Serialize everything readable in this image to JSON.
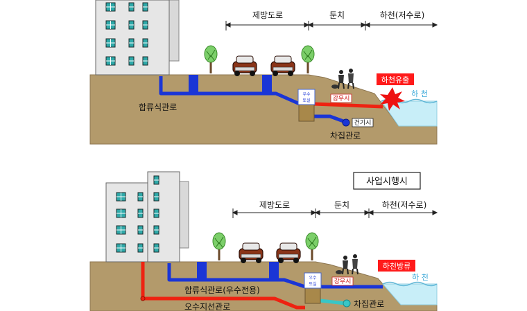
{
  "top": {
    "zones": {
      "road": "제방도로",
      "bank": "둔치",
      "river": "하천(저수로)"
    },
    "pipe_combined": "합류식관로",
    "rain_well": "우수토실",
    "rain_label": "강우시",
    "dry_label": "건기시",
    "interceptor": "차집관로",
    "overflow": "하천유출",
    "river_name": "하 천"
  },
  "bottom": {
    "title_box": "사업시행시",
    "zones": {
      "road": "제방도로",
      "bank": "둔치",
      "river": "하천(저수로)"
    },
    "pipe_combined": "합류식관로(우수전용)",
    "sewer_branch": "오수지선관로",
    "rain_well": "우수토실",
    "rain_label": "강우시",
    "interceptor": "차집관로",
    "overflow": "하천방류",
    "river_name": "하 천"
  },
  "colors": {
    "soil": "#b39a6b",
    "soil_dark": "#8c7550",
    "water": "#c8eef8",
    "pipe_blue": "#1a35d6",
    "pipe_red": "#ee2211",
    "pipe_cyan": "#39c6c6",
    "red_box": "#ff1a1a"
  }
}
